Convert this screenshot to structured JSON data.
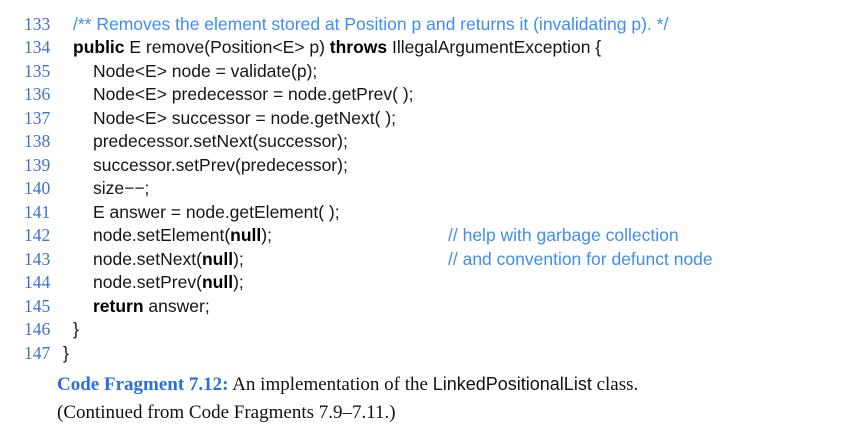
{
  "colors": {
    "page_background": "#ffffff",
    "line_number_blue": "#3e6fd2",
    "comment_blue": "#3f8df2",
    "caption_label_blue": "#2a6fe0",
    "code_text": "#151515"
  },
  "code": {
    "lines": [
      {
        "num": "133",
        "indent": 1,
        "segments": [
          {
            "t": "/** Removes the element stored at Position p and returns it (invalidating p). */",
            "s": "comment"
          }
        ]
      },
      {
        "num": "134",
        "indent": 1,
        "segments": [
          {
            "t": "public",
            "s": "kw"
          },
          {
            "t": " E remove(Position<E> p) ",
            "s": "plain"
          },
          {
            "t": "throws",
            "s": "kw"
          },
          {
            "t": " IllegalArgumentException {",
            "s": "plain"
          }
        ]
      },
      {
        "num": "135",
        "indent": 2,
        "segments": [
          {
            "t": "Node<E> node = validate(p);",
            "s": "plain"
          }
        ]
      },
      {
        "num": "136",
        "indent": 2,
        "segments": [
          {
            "t": "Node<E> predecessor = node.getPrev( );",
            "s": "plain"
          }
        ]
      },
      {
        "num": "137",
        "indent": 2,
        "segments": [
          {
            "t": "Node<E> successor = node.getNext( );",
            "s": "plain"
          }
        ]
      },
      {
        "num": "138",
        "indent": 2,
        "segments": [
          {
            "t": "predecessor.setNext(successor);",
            "s": "plain"
          }
        ]
      },
      {
        "num": "139",
        "indent": 2,
        "segments": [
          {
            "t": "successor.setPrev(predecessor);",
            "s": "plain"
          }
        ]
      },
      {
        "num": "140",
        "indent": 2,
        "segments": [
          {
            "t": "size−−;",
            "s": "plain"
          }
        ]
      },
      {
        "num": "141",
        "indent": 2,
        "segments": [
          {
            "t": "E answer = node.getElement( );",
            "s": "plain"
          }
        ]
      },
      {
        "num": "142",
        "indent": 2,
        "segments": [
          {
            "t": "node.setElement(",
            "s": "plain"
          },
          {
            "t": "null",
            "s": "kw"
          },
          {
            "t": ");",
            "s": "plain"
          }
        ],
        "comment": "// help with garbage collection"
      },
      {
        "num": "143",
        "indent": 2,
        "segments": [
          {
            "t": "node.setNext(",
            "s": "plain"
          },
          {
            "t": "null",
            "s": "kw"
          },
          {
            "t": ");",
            "s": "plain"
          }
        ],
        "comment": "// and convention for defunct node"
      },
      {
        "num": "144",
        "indent": 2,
        "segments": [
          {
            "t": "node.setPrev(",
            "s": "plain"
          },
          {
            "t": "null",
            "s": "kw"
          },
          {
            "t": ");",
            "s": "plain"
          }
        ]
      },
      {
        "num": "145",
        "indent": 2,
        "segments": [
          {
            "t": "return",
            "s": "kw"
          },
          {
            "t": " answer;",
            "s": "plain"
          }
        ]
      },
      {
        "num": "146",
        "indent": 1,
        "segments": [
          {
            "t": "}",
            "s": "plain"
          }
        ]
      },
      {
        "num": "147",
        "indent": 0,
        "segments": [
          {
            "t": "}",
            "s": "plain"
          }
        ]
      }
    ]
  },
  "caption": {
    "label": "Code Fragment 7.12:",
    "text_before": " An implementation of the ",
    "code_term": "LinkedPositionalList",
    "text_after": " class.",
    "line2": "(Continued from Code Fragments 7.9–7.11.)"
  }
}
